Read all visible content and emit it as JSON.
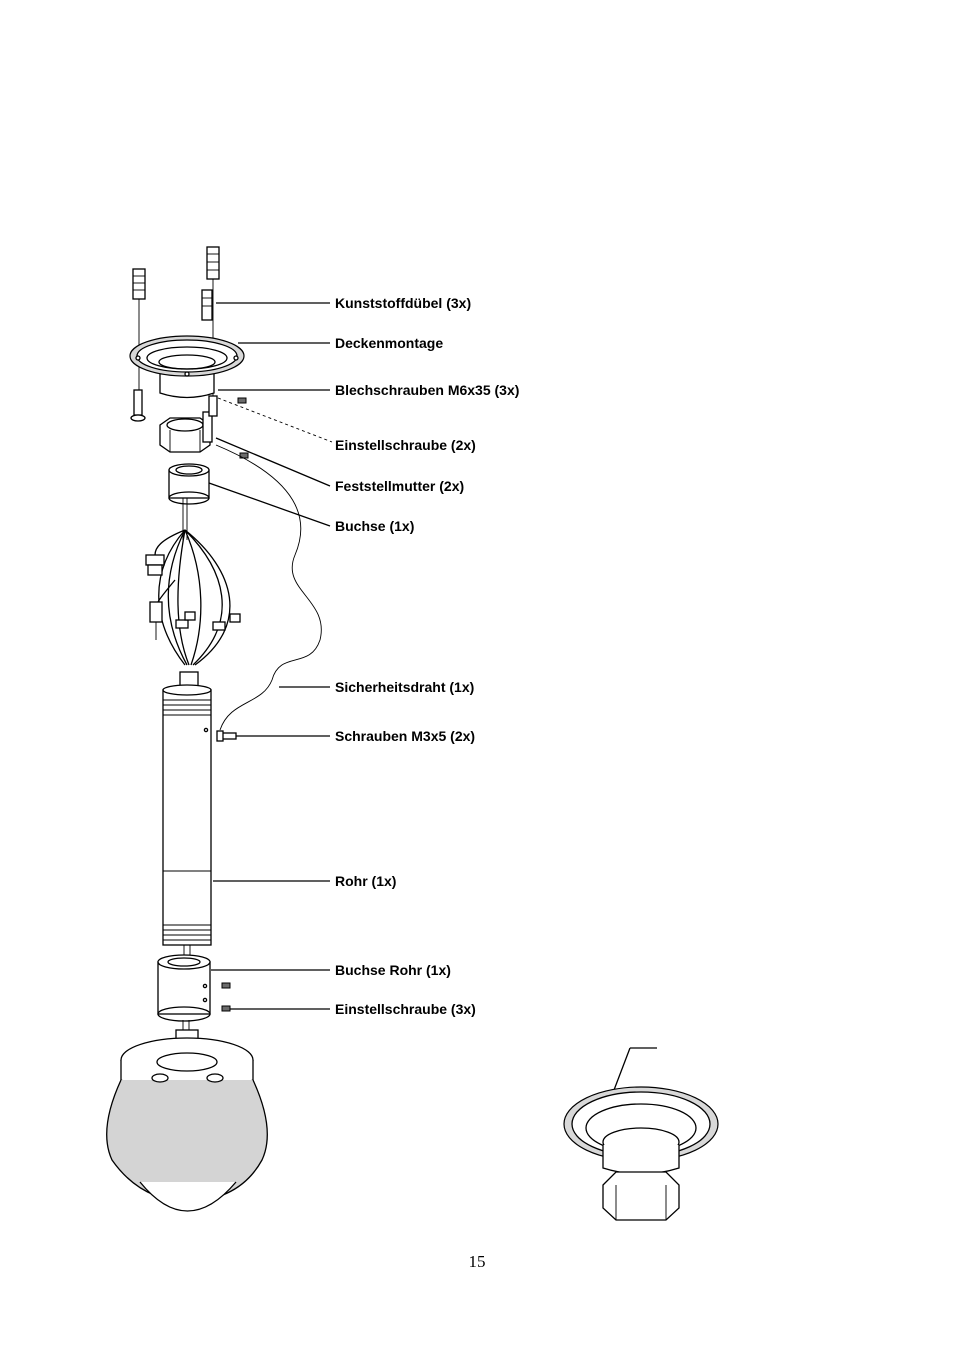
{
  "callouts": [
    {
      "id": "dowel",
      "text": "Kunststoffdübel (3x)"
    },
    {
      "id": "ceiling-mount",
      "text": "Deckenmontage"
    },
    {
      "id": "sheet-screws",
      "text": "Blechschrauben M6x35 (3x)"
    },
    {
      "id": "set-screw-top",
      "text": "Einstellschraube (2x)"
    },
    {
      "id": "lock-nut",
      "text": "Feststellmutter (2x)"
    },
    {
      "id": "socket",
      "text": "Buchse (1x)"
    },
    {
      "id": "safety-wire",
      "text": "Sicherheitsdraht (1x)"
    },
    {
      "id": "screws-m3",
      "text": "Schrauben M3x5 (2x)"
    },
    {
      "id": "pipe",
      "text": "Rohr (1x)"
    },
    {
      "id": "pipe-socket",
      "text": "Buchse Rohr (1x)"
    },
    {
      "id": "set-screw-bottom",
      "text": "Einstellschraube (3x)"
    }
  ],
  "page_number": "15"
}
